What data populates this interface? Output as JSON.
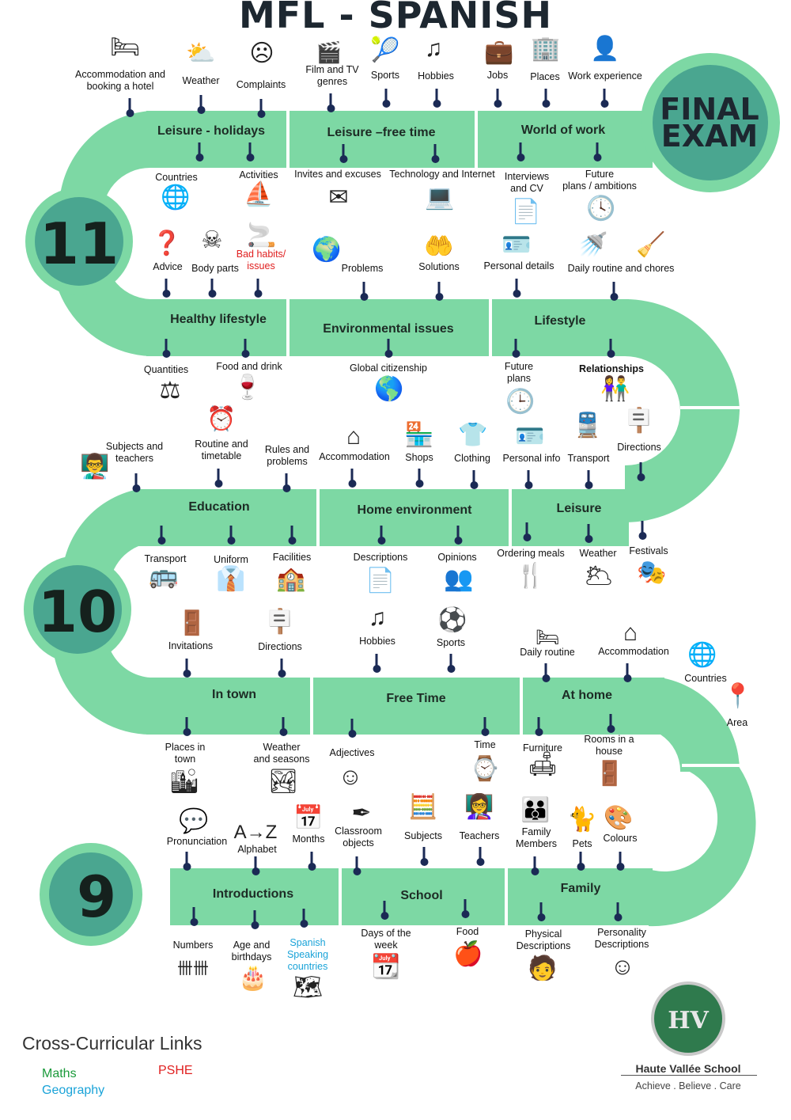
{
  "title": "MFL - SPANISH",
  "final_exam": [
    "FINAL",
    "EXAM"
  ],
  "years": [
    "11",
    "10",
    "9"
  ],
  "colors": {
    "road": "#7dd8a4",
    "circle_outer": "#7dd8a4",
    "circle_inner": "#4aa690",
    "pin": "#1b2a55",
    "maths": "#1a9a3a",
    "pshe": "#e02020",
    "geography": "#1aa3d8"
  },
  "sections": {
    "leisure_holidays": "Leisure - holidays",
    "leisure_free_time": "Leisure –free time",
    "world_of_work": "World of work",
    "healthy_lifestyle": "Healthy lifestyle",
    "environmental_issues": "Environmental issues",
    "lifestyle": "Lifestyle",
    "education": "Education",
    "home_environment": "Home environment",
    "leisure": "Leisure",
    "in_town": "In town",
    "free_time": "Free Time",
    "at_home": "At home",
    "introductions": "Introductions",
    "school": "School",
    "family": "Family"
  },
  "topics": {
    "accommodation_hotel": "Accommodation and\nbooking a hotel",
    "weather_top": "Weather",
    "complaints": "Complaints",
    "film_tv": "Film and TV\ngenres",
    "sports_top": "Sports",
    "hobbies_top": "Hobbies",
    "jobs": "Jobs",
    "places": "Places",
    "work_experience": "Work experience",
    "countries_11": "Countries",
    "activities": "Activities",
    "invites": "Invites and excuses",
    "technology": "Technology and Internet",
    "interviews": "Interviews\nand CV",
    "future_ambitions": "Future\nplans / ambitions",
    "advice": "Advice",
    "body_parts": "Body parts",
    "bad_habits": "Bad habits/\nissues",
    "problems": "Problems",
    "solutions": "Solutions",
    "personal_details": "Personal details",
    "daily_routine_chores": "Daily routine and chores",
    "quantities": "Quantities",
    "food_drink": "Food and drink",
    "global_citizenship": "Global citizenship",
    "future_plans": "Future\nplans",
    "relationships": "Relationships",
    "subjects_teachers": "Subjects and\nteachers",
    "routine_timetable": "Routine and\ntimetable",
    "rules_problems": "Rules and\nproblems",
    "accommodation_10": "Accommodation",
    "shops": "Shops",
    "clothing": "Clothing",
    "personal_info": "Personal info",
    "transport_10": "Transport",
    "directions_10": "Directions",
    "transport_edu": "Transport",
    "uniform": "Uniform",
    "facilities": "Facilities",
    "descriptions": "Descriptions",
    "opinions": "Opinions",
    "ordering_meals": "Ordering meals",
    "weather_10": "Weather",
    "festivals": "Festivals",
    "invitations": "Invitations",
    "directions_town": "Directions",
    "hobbies_10": "Hobbies",
    "sports_10": "Sports",
    "daily_routine": "Daily routine",
    "accommodation_home": "Accommodation",
    "countries_9": "Countries",
    "area": "Area",
    "places_in_town": "Places in\ntown",
    "weather_seasons": "Weather\nand seasons",
    "adjectives": "Adjectives",
    "time": "Time",
    "furniture": "Furniture",
    "rooms": "Rooms in a\nhouse",
    "pronunciation": "Pronunciation",
    "alphabet": "Alphabet",
    "months": "Months",
    "classroom_objects": "Classroom\nobjects",
    "subjects": "Subjects",
    "teachers": "Teachers",
    "family_members": "Family\nMembers",
    "pets": "Pets",
    "colours": "Colours",
    "numbers": "Numbers",
    "age_birthdays": "Age and\nbirthdays",
    "spanish_countries": "Spanish\nSpeaking\ncountries",
    "days_week": "Days of the\nweek",
    "food": "Food",
    "physical": "Physical\nDescriptions",
    "personality": "Personality\nDescriptions"
  },
  "legend": {
    "title": "Cross-Curricular Links",
    "maths": "Maths",
    "pshe": "PSHE",
    "geography": "Geography"
  },
  "logo": {
    "initials": "HV",
    "school": "Haute Vallée School",
    "motto": "Achieve . Believe . Care"
  }
}
